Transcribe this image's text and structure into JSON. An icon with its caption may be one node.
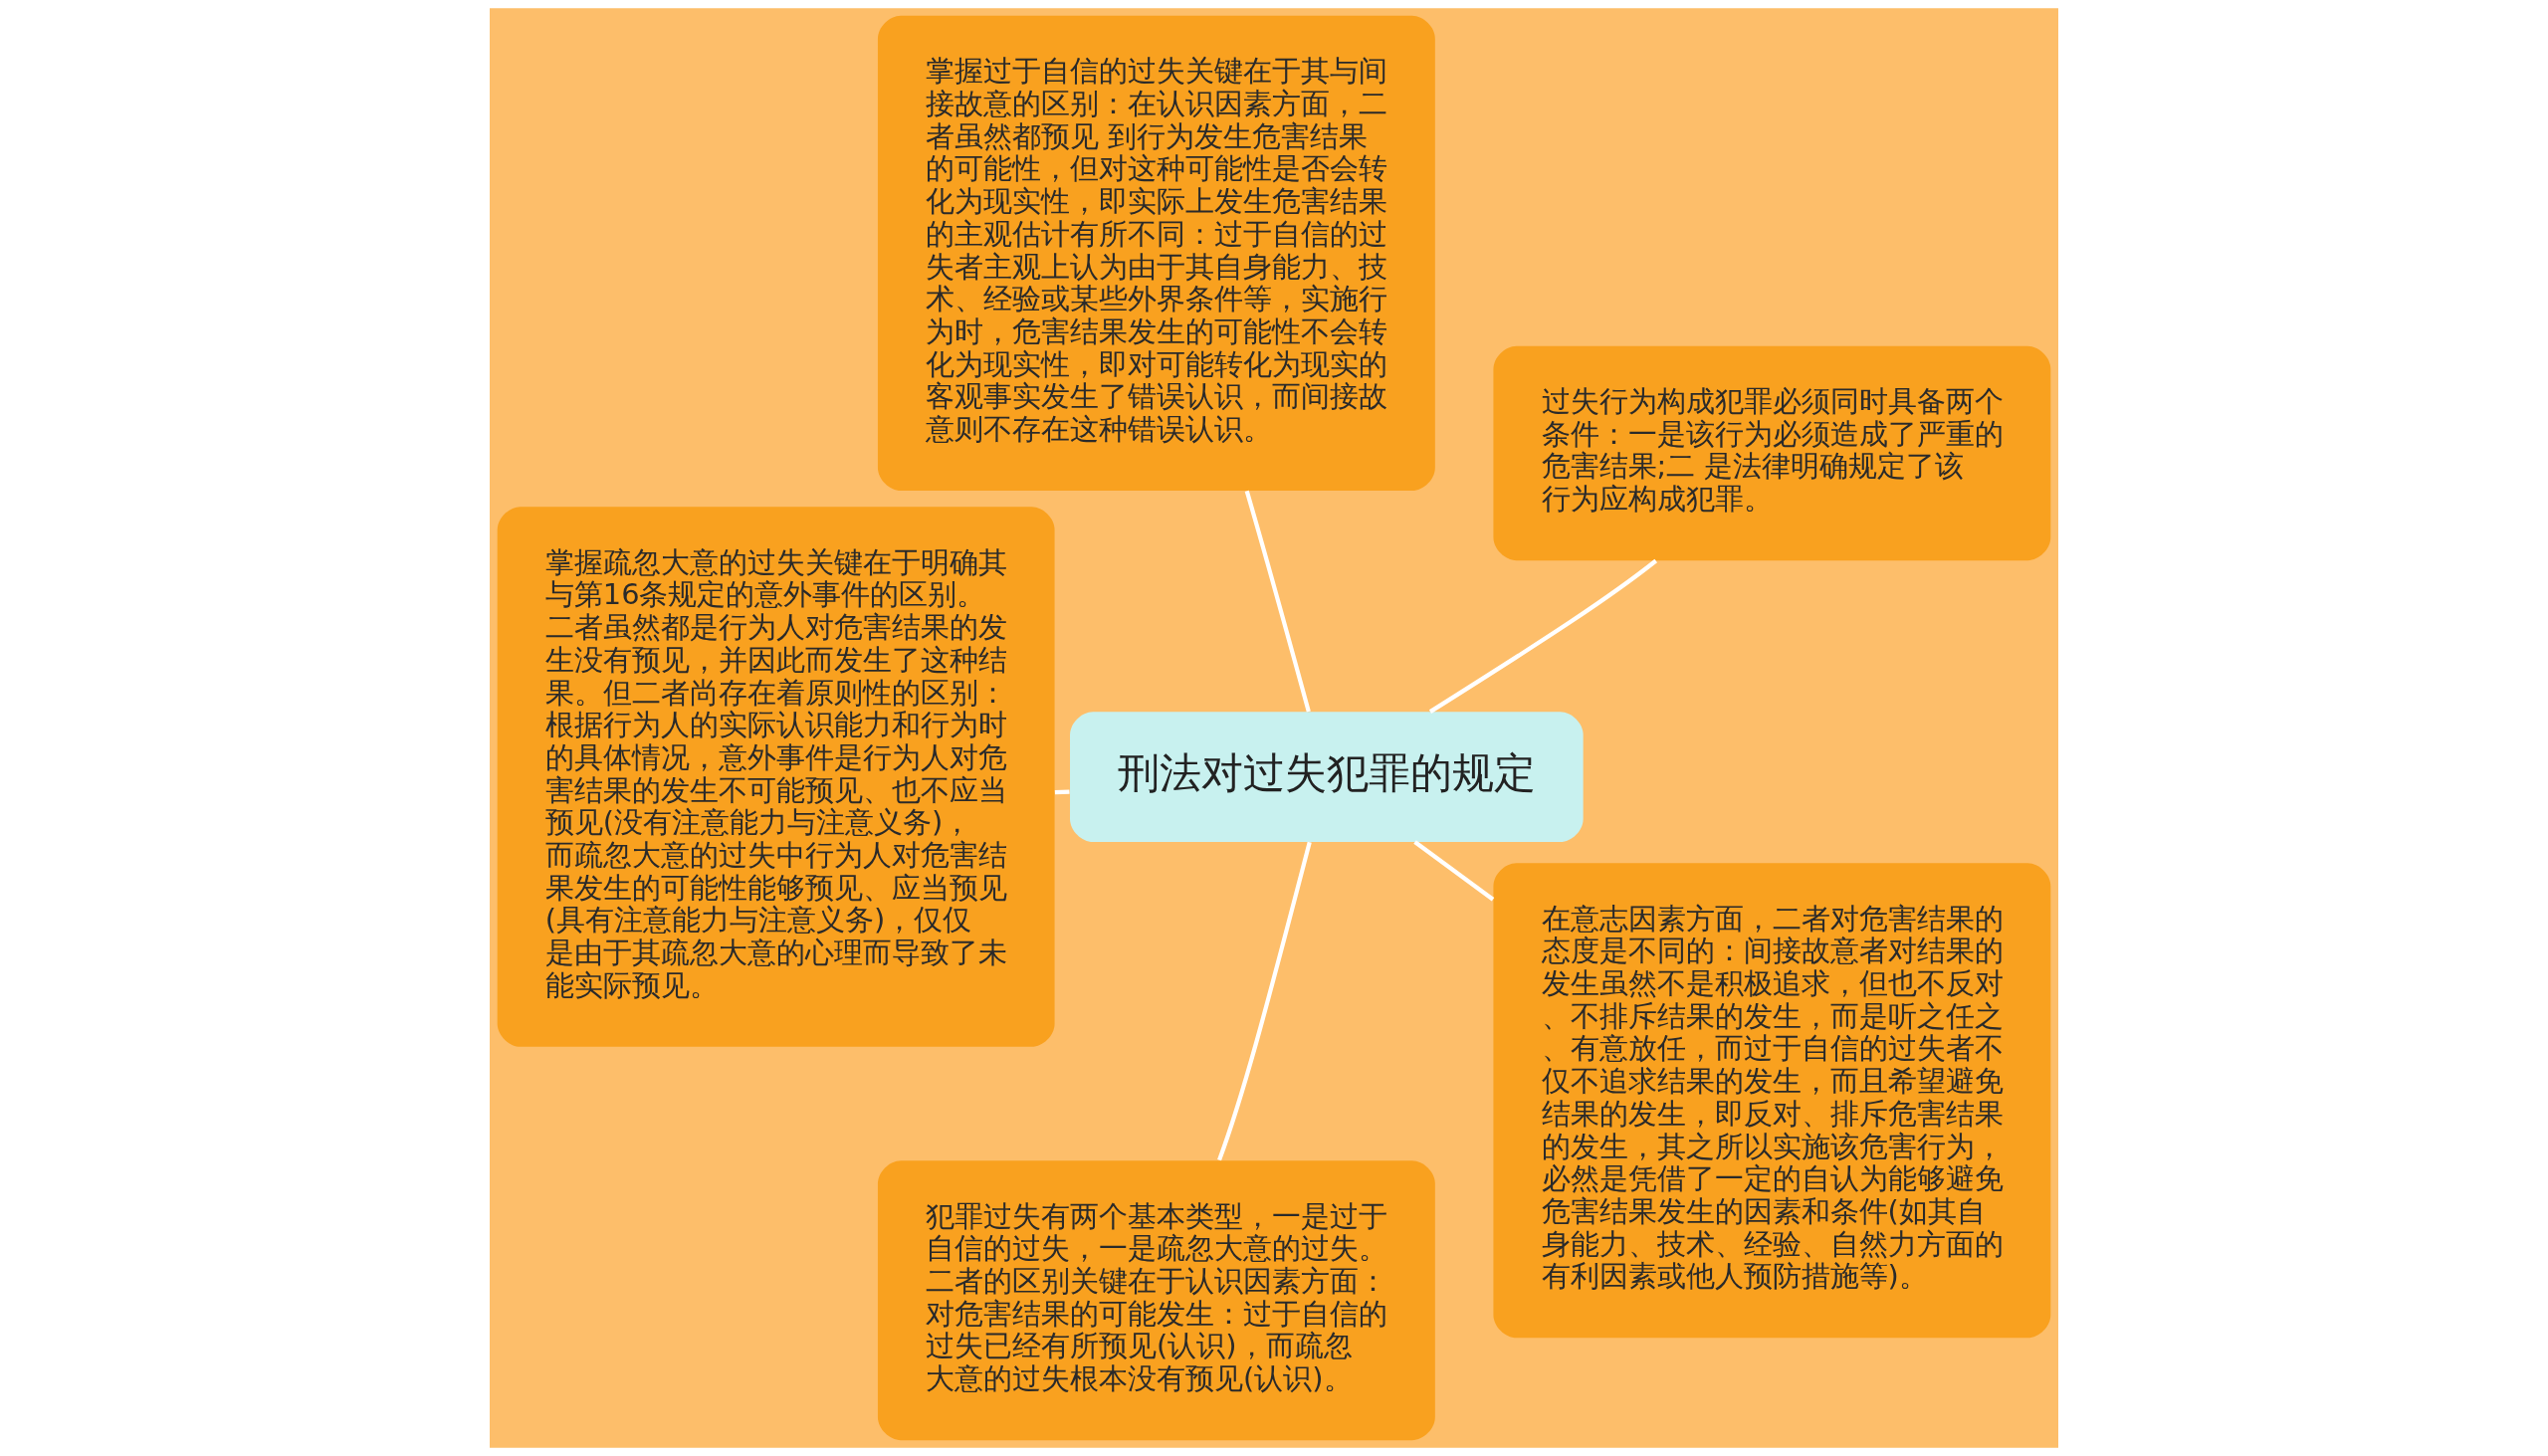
{
  "diagram": {
    "nodes": [
      {
        "text": [
          "刑法对过失犯罪的规定"
        ]
      },
      {
        "text": [
          "过失行为构成犯罪必须同时具备两个条件：一是该行为必须造成了严重的危害结果;二 是法律明确规定了该行为应构成犯罪。"
        ]
      },
      {
        "text": [
          "掌握过于自信的过失关键在于其与间接故意的区别：在认识因素方面，二者虽然都预见 到行为发生危害结果的可能性，但对这种可能性是否会转化为现实性，即实际上发生危害结果的主观估计有所不同：过于自信的过失者主观上认为由于其自身能力、技术、经验或某些外界条件等，实施行为时，危害结果发生的可能性不会转化为现实性，即对可能转化为现实的客观事实发生了错误认识，而间接故意则不存在这种错误认识。"
        ]
      },
      {
        "text": [
          "掌握疏忽大意的过失关键在于明确其与第16条规定的意外事件的区别。二者虽然都是行为人对危害结果的发生没有预见，并因此而发生了这种结果。但二者尚存在着原则性的区别：根据行为人的实际认识能力和行为时的具体情况，意外事件是行为人对危害结果的发生不可能预见、也不应当预见(没有注意能力与注意义务)，而疏忽大意的过失中行为人对危害结果发生的可能性能够预见、应当预见(具有注意能力与注意义务)，仅仅是由于其疏忽大意的心理而导致了未能实际预见。"
        ]
      },
      {
        "text": [
          "犯罪过失有两个基本类型，一是过于自信的过失，一是疏忽大意的过失。二者的区别关键在于认识因素方面：对危害结果的可能发生：过于自信的过失已经有所预见(认识)，而疏忽大意的过失根本没有预见(认识)。"
        ]
      },
      {
        "text": [
          "在意志因素方面，二者对危害结果的态度是不同的：间接故意者对结果的发生虽然不是积极追求，但也不反对、不排斥结果的发生，而是听之任之、有意放任，而过于自信的过失者不仅不追求结果的发生，而且希望避免结果的发生，即反对、排斥危害结果的发生，其之所以实施该危害行为，必然是凭借了一定的自认为能够避免危害结果发生的因素和条件(如其自身能力、技术、经验、自然力方面的有利因素或他人预防措施等)。"
        ]
      }
    ],
    "edges": [
      {
        "from": 0,
        "to": 1,
        "arrow": "none"
      },
      {
        "from": 0,
        "to": 2,
        "arrow": "none"
      },
      {
        "from": 0,
        "to": 3,
        "arrow": "none"
      },
      {
        "from": 0,
        "to": 4,
        "arrow": "none"
      },
      {
        "from": 0,
        "to": 5,
        "arrow": "none"
      }
    ]
  }
}
